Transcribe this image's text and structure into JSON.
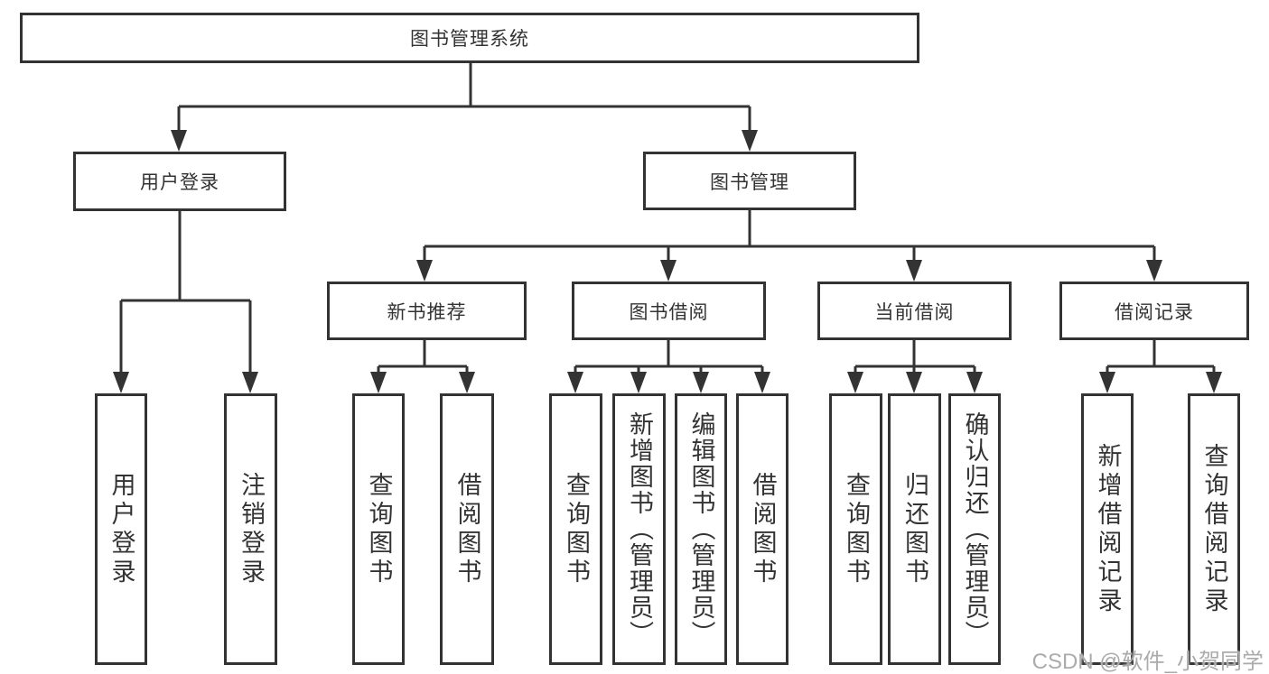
{
  "tree": {
    "label": "图书管理系统",
    "children": [
      {
        "label": "用户登录",
        "children": [
          {
            "label": "用户登录"
          },
          {
            "label": "注销登录"
          }
        ]
      },
      {
        "label": "图书管理",
        "children": [
          {
            "label": "新书推荐",
            "children": [
              {
                "label": "查询图书"
              },
              {
                "label": "借阅图书"
              }
            ]
          },
          {
            "label": "图书借阅",
            "children": [
              {
                "label": "查询图书"
              },
              {
                "label": "新增图书（管理员）"
              },
              {
                "label": "编辑图书（管理员）"
              },
              {
                "label": "借阅图书"
              }
            ]
          },
          {
            "label": "当前借阅",
            "children": [
              {
                "label": "查询图书"
              },
              {
                "label": "归还图书"
              },
              {
                "label": "确认归还（管理员）"
              }
            ]
          },
          {
            "label": "借阅记录",
            "children": [
              {
                "label": "新增借阅记录"
              },
              {
                "label": "查询借阅记录"
              }
            ]
          }
        ]
      }
    ]
  },
  "watermark": {
    "text": "CSDN @软件_小贺同学"
  },
  "colors": {
    "line": "#333333",
    "text": "#333333",
    "box_background": "#ffffff",
    "watermark": "#ababab",
    "background": "#ffffff"
  }
}
